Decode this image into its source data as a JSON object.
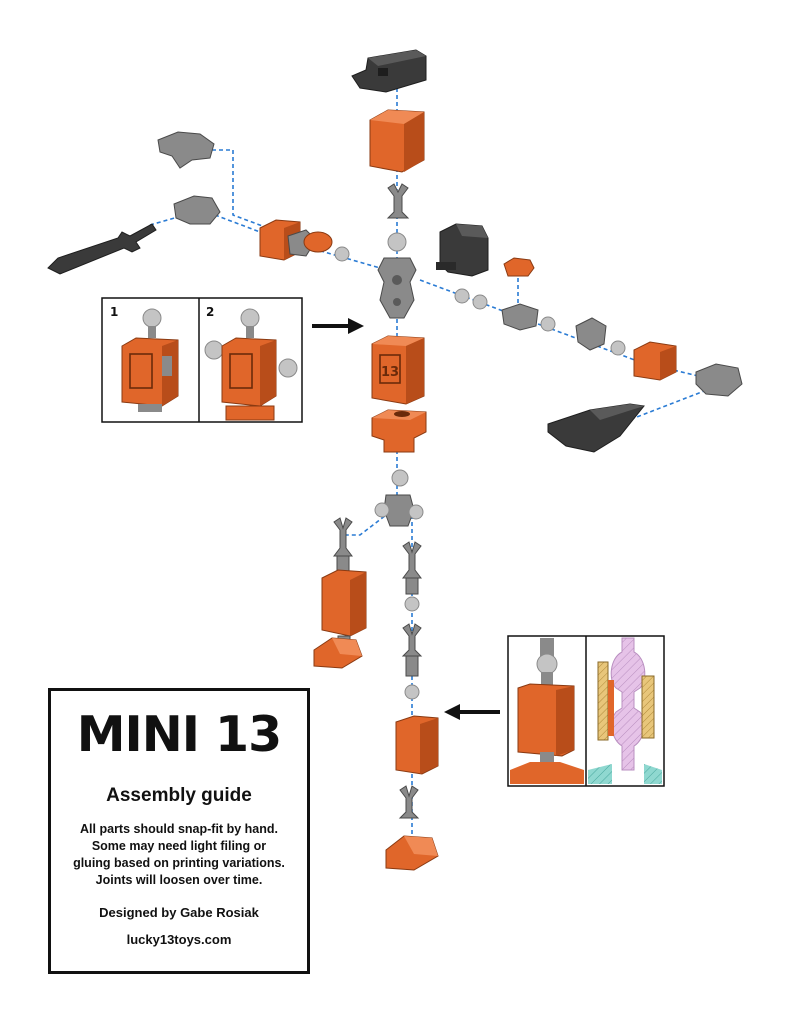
{
  "guide": {
    "title": "MINI 13",
    "subtitle": "Assembly guide",
    "notes": [
      "All parts should snap-fit by hand.",
      "Some may need light filing or",
      "gluing based on printing variations.",
      "Joints will loosen over time."
    ],
    "designer": "Designed by Gabe Rosiak",
    "website": "lucky13toys.com"
  },
  "inset_steps": {
    "step_1": "1",
    "step_2": "2",
    "chest_logo": "13"
  },
  "colors": {
    "orange": "#e0662a",
    "gray_part": "#8a8a8a",
    "dark_part": "#3a3a3a",
    "ball": "#c4c4c4",
    "guide_line": "#2a7bd4",
    "section_pink": "#e6c3e8",
    "section_teal": "#8fd8d0",
    "section_tan": "#e8c67a"
  },
  "icons": [
    "arrow-right-icon",
    "arrow-left-icon"
  ]
}
